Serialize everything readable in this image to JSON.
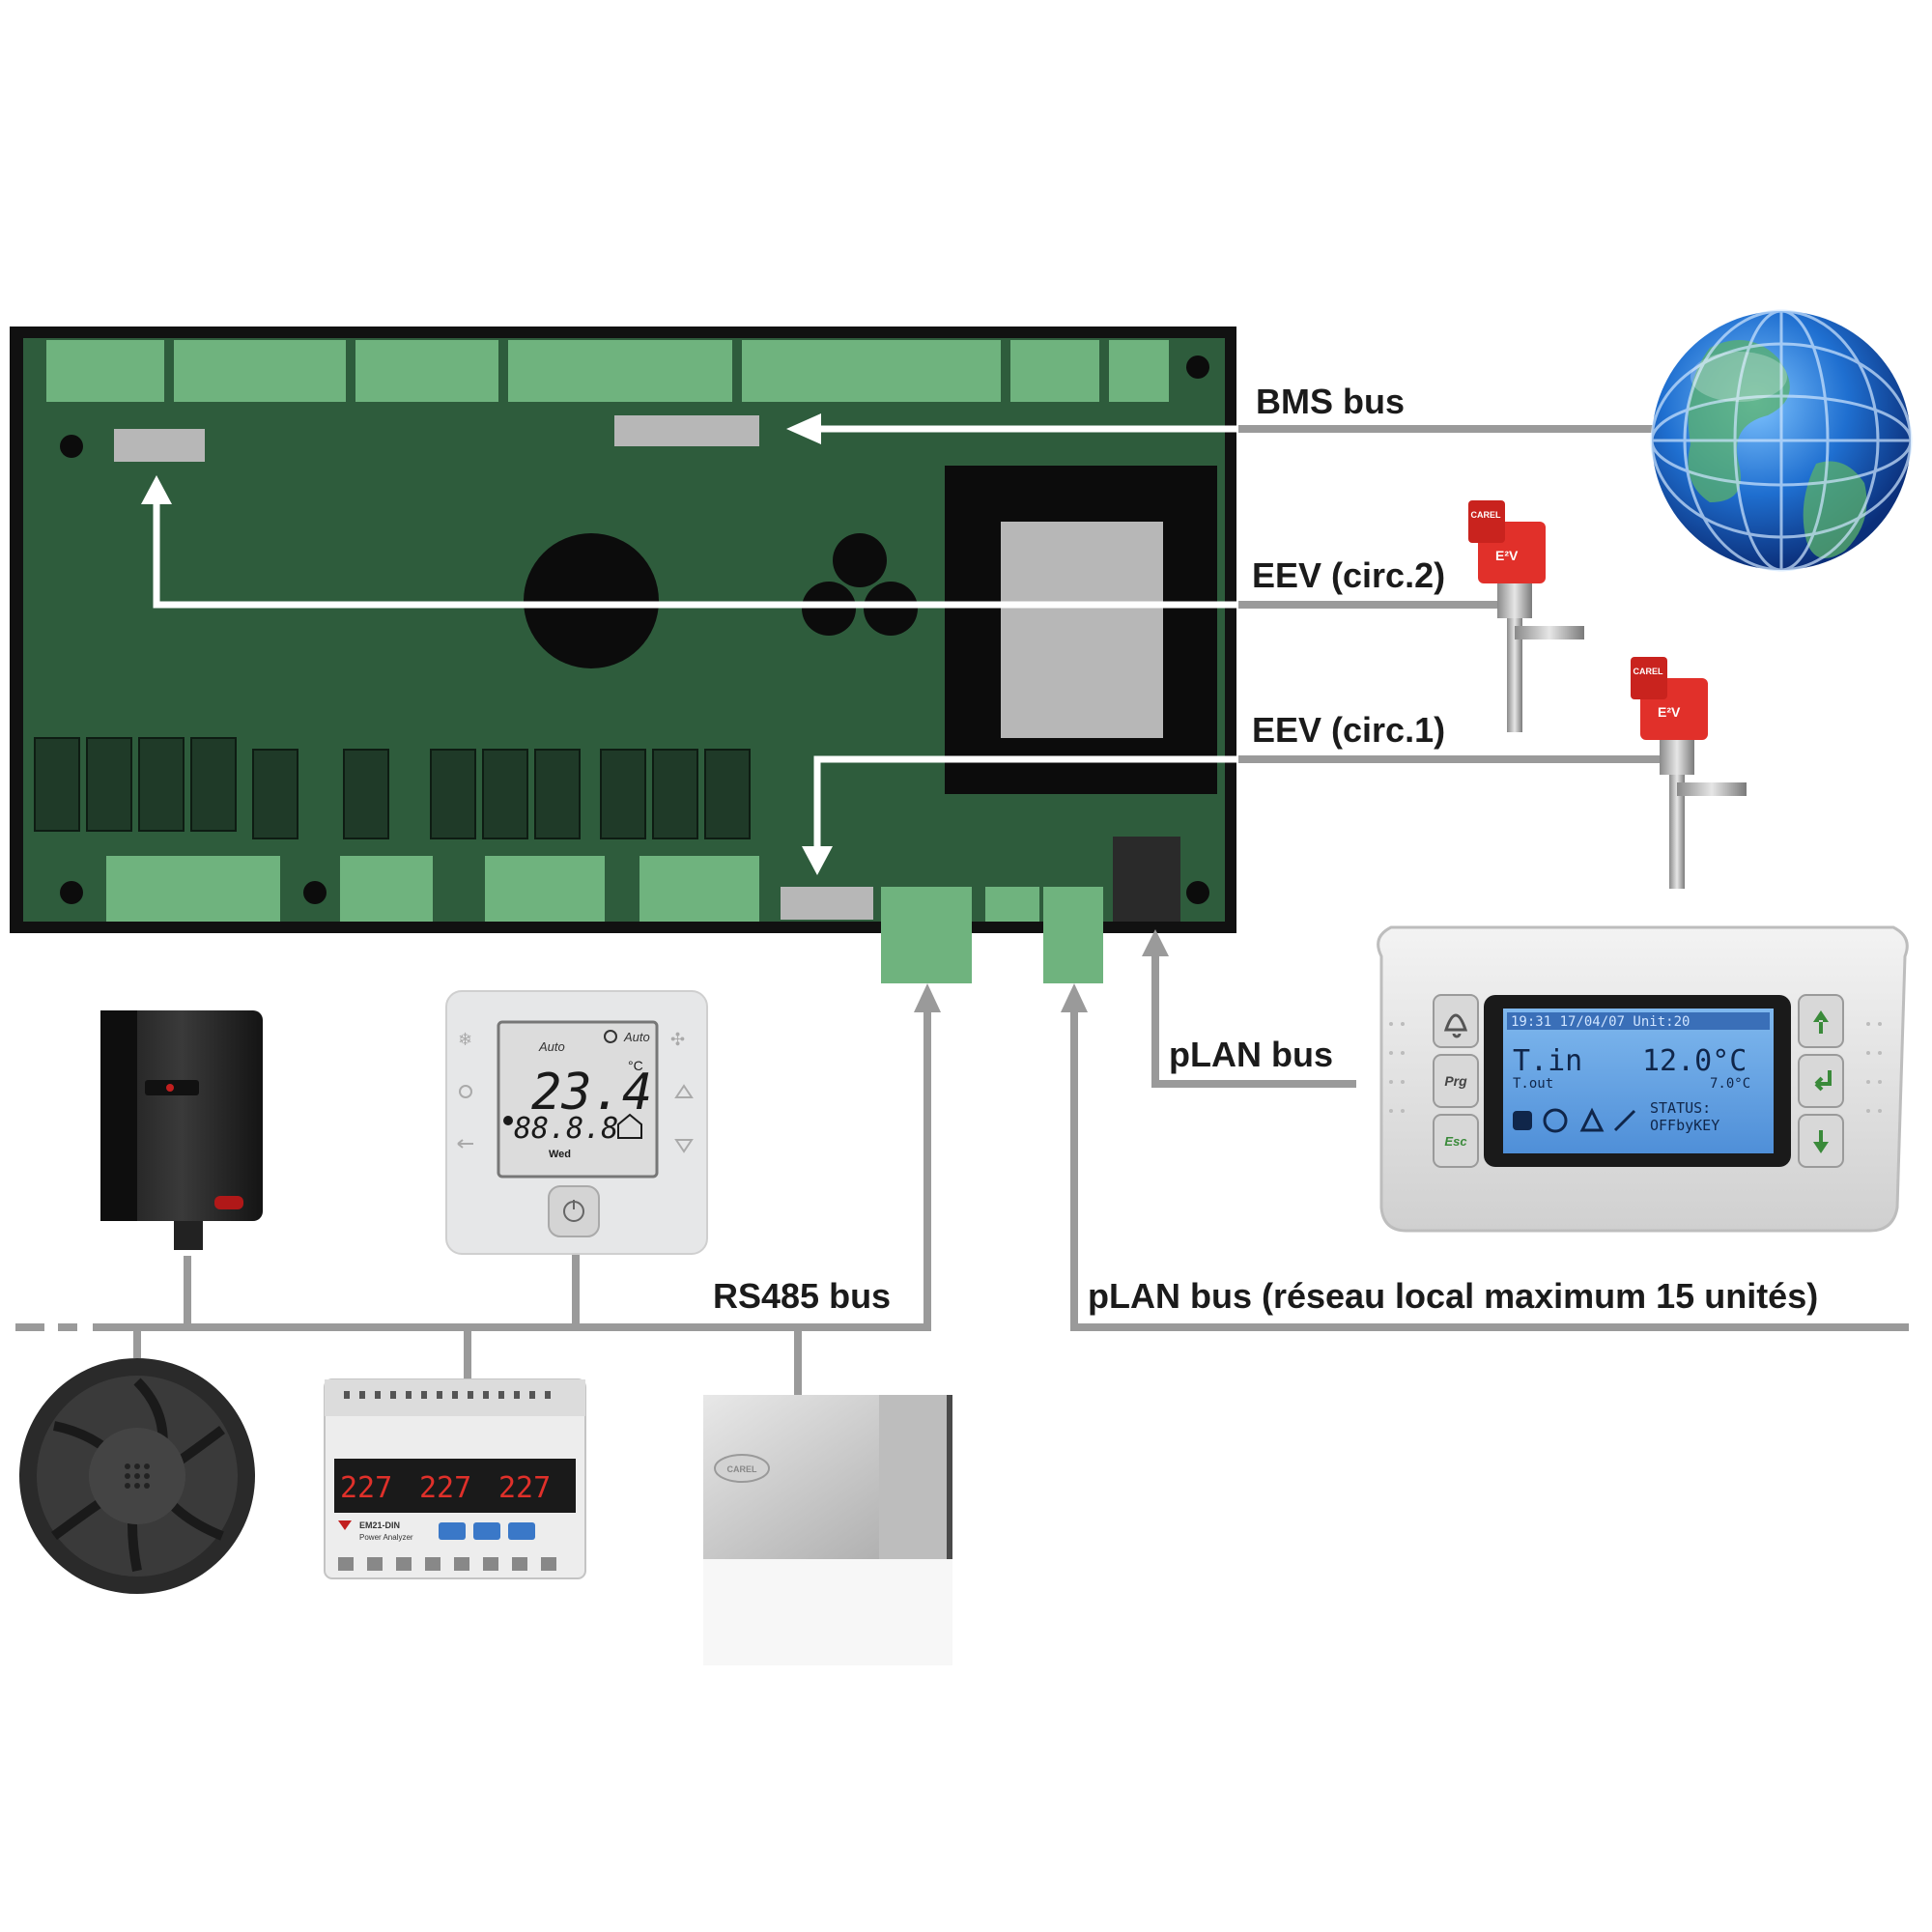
{
  "labels": {
    "bms_bus": "BMS bus",
    "eev_circ2": "EEV (circ.2)",
    "eev_circ1": "EEV (circ.1)",
    "plan_bus": "pLAN bus",
    "rs485_bus": "RS485 bus",
    "plan_bus_local": "pLAN bus (réseau local maximum 15 unités)"
  },
  "valve": {
    "brand": "CAREL",
    "model": "E²V"
  },
  "thermostat": {
    "mode_left": "Auto",
    "mode_right": "Auto",
    "temperature": "23.4",
    "temp_unit": "°C",
    "secondary": "88.8.8",
    "day": "Wed"
  },
  "pgd_display": {
    "header": "19:31 17/04/07 Unit:20",
    "main_label": "T.in",
    "main_value": "12.0°C",
    "sub_label": "T.out",
    "sub_value": "7.0°C",
    "status_line1": "STATUS:",
    "status_line2": "OFFbyKEY",
    "key_prg": "Prg",
    "key_esc": "Esc"
  },
  "energy_meter": {
    "readings": [
      "227",
      "227",
      "227"
    ],
    "model": "EM21-DIN",
    "caption": "Power Analyzer"
  },
  "enclosure": {
    "brand": "CAREL"
  },
  "colors": {
    "board": "#2e5c3c",
    "board_border": "#111111",
    "terminal": "#6fb37e",
    "connector": "#b7b7b7",
    "bus_line": "#9a9a9a",
    "arrow": "#ffffff",
    "valve_red": "#e1302a",
    "globe": "#1f6fd0"
  }
}
